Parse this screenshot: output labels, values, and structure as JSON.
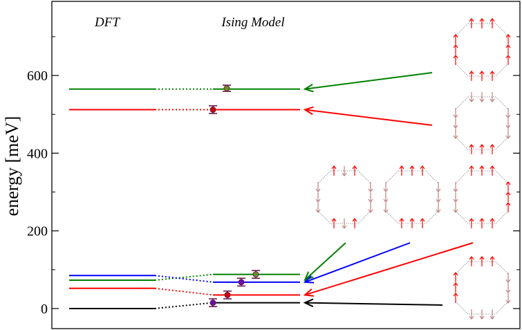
{
  "chart_data": {
    "type": "energy-level diagram",
    "ylabel": "energy [meV]",
    "ylim": [
      -58,
      785
    ],
    "yticks": [
      0,
      200,
      400,
      600
    ],
    "column_labels": {
      "dft": "DFT",
      "ising": "Ising Model"
    },
    "levels": [
      {
        "dft": 565,
        "ising": 565,
        "color": "#008000",
        "points": [
          {
            "value": 567,
            "err": 8,
            "color": "#6b8e23"
          }
        ],
        "config": "all-up"
      },
      {
        "dft": 512,
        "ising": 512,
        "color": "#ff0000",
        "points": [
          {
            "value": 512,
            "err": 10,
            "color": "#cc0000"
          }
        ],
        "config": "alternating"
      },
      {
        "dft": 73,
        "ising": 88,
        "color": "#008000",
        "points": [
          {
            "value": 88,
            "err": 10,
            "color": "#6b8e23"
          }
        ],
        "config": "pair-alternating"
      },
      {
        "dft": 85,
        "ising": 68,
        "color": "#0000ff",
        "points": [
          {
            "value": 68,
            "err": 10,
            "color": "#6a0dad"
          }
        ],
        "config": "half-up-half-down"
      },
      {
        "dft": 52,
        "ising": 35,
        "color": "#ff0000",
        "points": [
          {
            "value": 35,
            "err": 10,
            "color": "#cc0000"
          }
        ],
        "config": "one-quarter-flipped"
      },
      {
        "dft": 0,
        "ising": 15,
        "color": "#000000",
        "points": [
          {
            "value": 15,
            "err": 10,
            "color": "#6a0dad"
          }
        ],
        "config": "ground"
      }
    ],
    "colors": {
      "up_spin": "#ff0000",
      "down_spin": "#c08080",
      "ring": "#808080",
      "marker": "#6a1b4d"
    }
  }
}
